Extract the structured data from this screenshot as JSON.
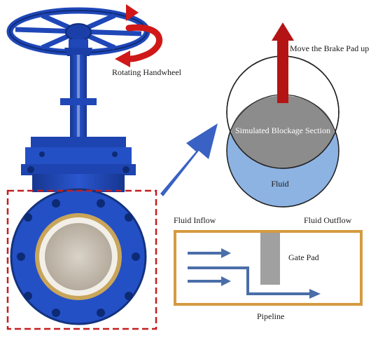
{
  "labels": {
    "rotating_handwheel": "Rotating Handwheel",
    "move_brake_pad": "Move the Brake Pad up",
    "simulated_blockage": "Simulated Blockage Section",
    "fluid": "Fluid",
    "fluid_inflow": "Fluid Inflow",
    "fluid_outflow": "Fluid Outflow",
    "gate_pad": "Gate Pad",
    "pipeline": "Pipeline"
  },
  "colors": {
    "valve_blue": "#1f47b8",
    "arrow_blue": "#3a62c4",
    "rotation_red": "#d01818",
    "lift_arrow_red": "#b41414",
    "blockage_gray": "#8c8c8c",
    "fluid_blue": "#8db3e2",
    "pipeline_orange": "#d59a40",
    "gate_gray": "#a0a0a0",
    "flow_arrow": "#4a6ea8",
    "dashed_box": "#c41e1e"
  }
}
